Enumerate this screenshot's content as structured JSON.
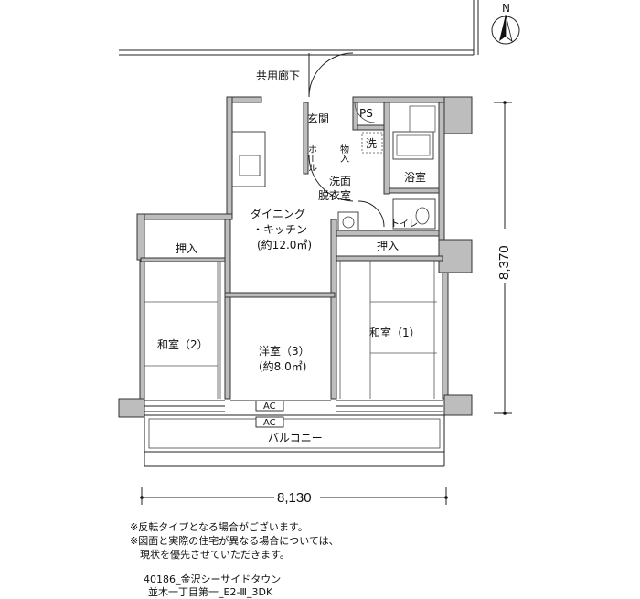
{
  "compass": {
    "north_label": "N"
  },
  "labels": {
    "common_corridor": "共用廊下",
    "entrance": "玄関",
    "ps": "PS",
    "hall": "ホール",
    "storage": "物入",
    "washer": "洗",
    "washroom_line1": "洗面",
    "washroom_line2": "脱衣室",
    "bathroom": "浴室",
    "toilet": "トイレ",
    "dk_line1": "ダイニング",
    "dk_line2": "・キッチン",
    "dk_area": "(約12.0㎡)",
    "closet_left": "押入",
    "closet_right": "押入",
    "washitsu2": "和室（2）",
    "yoshitsu3_line1": "洋室（3）",
    "yoshitsu3_area": "(約8.0㎡)",
    "washitsu1": "和室（1）",
    "ac1": "AC",
    "ac2": "AC",
    "balcony": "バルコニー"
  },
  "dimensions": {
    "width": "8,130",
    "height": "8,370"
  },
  "notes": {
    "line1": "※反転タイプとなる場合がございます。",
    "line2": "※図面と実際の住宅が異なる場合については、",
    "line3": "　現状を優先させていただきます。"
  },
  "property": {
    "line1": "40186_金沢シーサイドタウン",
    "line2": "並木一丁目第一_E2-Ⅲ_3DK"
  }
}
